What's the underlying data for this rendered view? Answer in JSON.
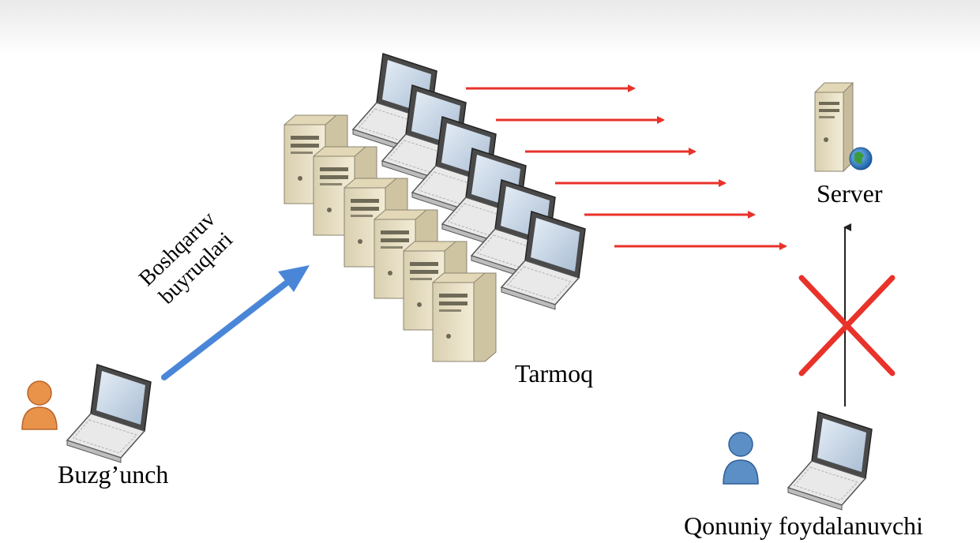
{
  "labels": {
    "commands_line1": "Boshqaruv",
    "commands_line2": "buyruqlari",
    "network": "Tarmoq",
    "server": "Server",
    "attacker": "Buzg’unch",
    "legit_user": "Qonuniy foydalanuvchi"
  },
  "colors": {
    "command_arrow": "#4a86d8",
    "attack_arrows": "#e8322a",
    "block_cross": "#e8322a",
    "attacker_person": "#e8924a",
    "user_person": "#5b8fc6",
    "server_body": "#efe6c8",
    "laptop_screen": "#c8d6e6"
  },
  "icons": {
    "attacker": "person-icon",
    "attacker_device": "laptop-icon",
    "botnet_servers": "server-tower-icon",
    "botnet_laptops": "laptop-icon",
    "target": "web-server-icon",
    "user": "person-icon",
    "user_device": "laptop-icon"
  }
}
